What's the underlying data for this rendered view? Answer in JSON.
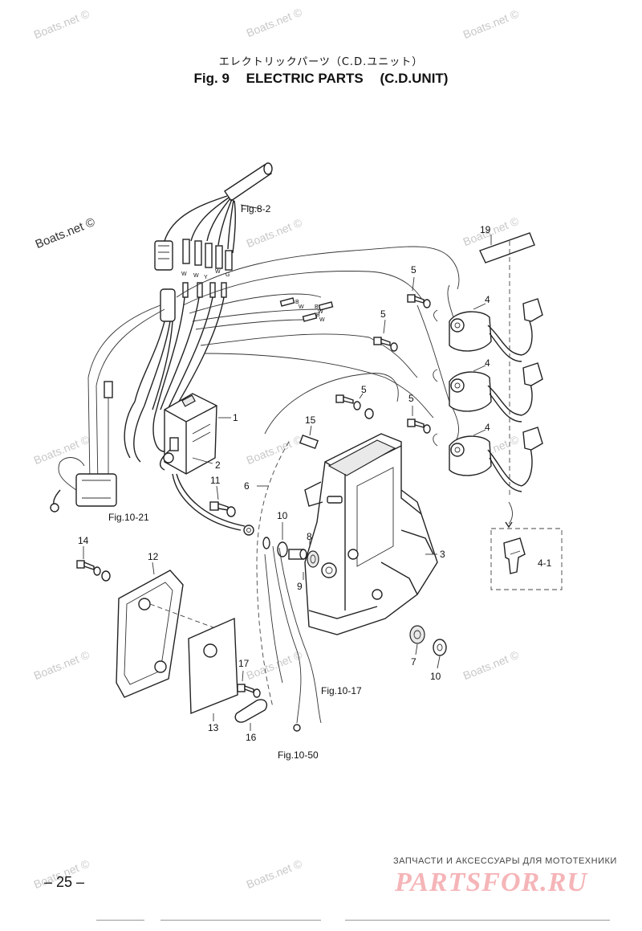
{
  "header": {
    "title_jp": "エレクトリックパーツ（C.D.ユニット）",
    "fig_label": "Fig. 9",
    "title_en": "ELECTRIC PARTS",
    "title_sub": "(C.D.UNIT)"
  },
  "watermark": {
    "text": "Boats.net ©"
  },
  "refs": {
    "fig_8_2": "Fig.8-2",
    "fig_10_21": "Fig.10-21",
    "fig_10_17": "Fig.10-17",
    "fig_10_50": "Fig.10-50"
  },
  "wire_codes": {
    "w": "W",
    "b": "B",
    "y": "Y",
    "g": "G"
  },
  "callouts": {
    "c1": "1",
    "c2": "2",
    "c3": "3",
    "c4": "4",
    "c4_1": "4-1",
    "c5": "5",
    "c6": "6",
    "c7": "7",
    "c8": "8",
    "c9": "9",
    "c10": "10",
    "c11": "11",
    "c12": "12",
    "c13": "13",
    "c14": "14",
    "c15": "15",
    "c16": "16",
    "c17": "17",
    "c19": "19"
  },
  "footer": {
    "page": "– 25 –",
    "shop_caption": "ЗАПЧАСТИ И АКСЕССУАРЫ ДЛЯ МОТОТЕХНИКИ",
    "shop_logo": "PARTSFOR.RU"
  }
}
